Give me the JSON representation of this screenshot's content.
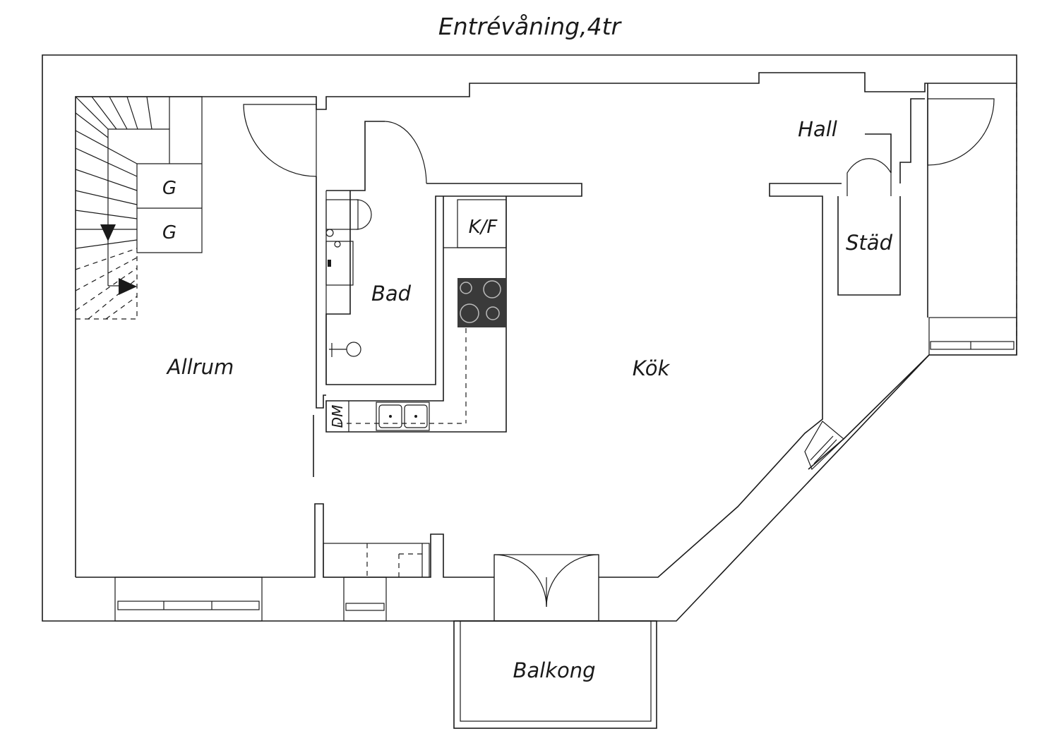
{
  "title": "Entrévåning,4tr",
  "rooms": {
    "allrum": "Allrum",
    "bad": "Bad",
    "kok": "Kök",
    "hall": "Hall",
    "stad": "Städ",
    "balkong": "Balkong"
  },
  "fixtures": {
    "g1": "G",
    "g2": "G",
    "kf": "K/F",
    "dm": "DM"
  },
  "colors": {
    "line": "#1a1a1a",
    "stove": "#3a3a3a",
    "background": "#ffffff"
  }
}
